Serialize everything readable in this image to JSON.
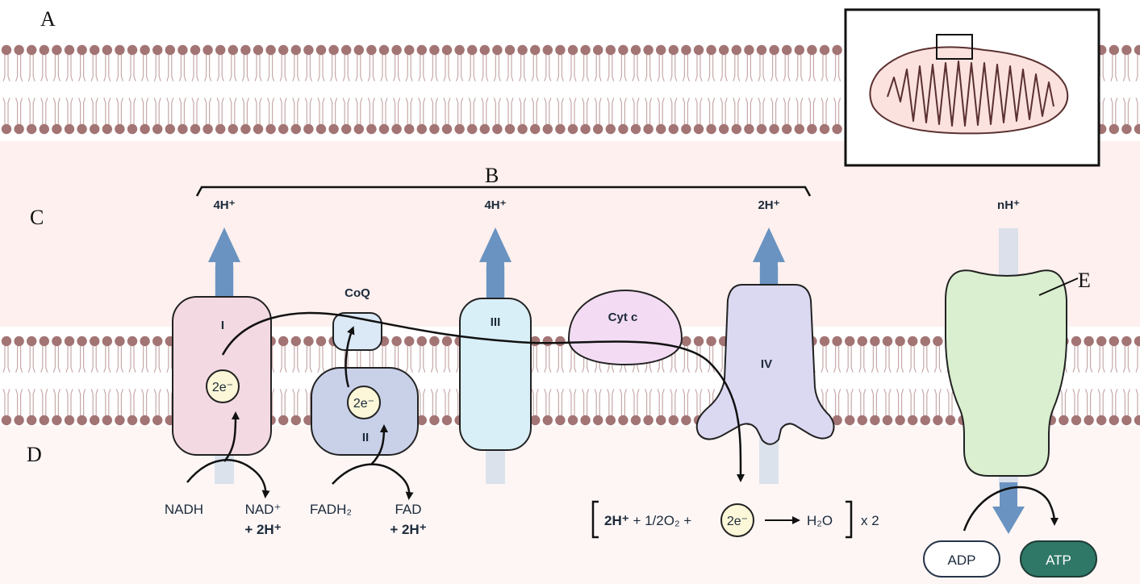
{
  "panel_labels": {
    "a": "A",
    "b": "B",
    "c": "C",
    "d": "D",
    "e": "E"
  },
  "complexes": {
    "complex_1": "I",
    "coq": "CoQ",
    "complex_2": "II",
    "complex_3": "III",
    "cytc": "Cyt c",
    "complex_4": "IV"
  },
  "proton_pumps": {
    "complex_1": "4H⁺",
    "complex_3": "4H⁺",
    "complex_4": "2H⁺",
    "atp_synthase": "nH⁺"
  },
  "electrons": {
    "complex_1": "2e⁻",
    "complex_2": "2e⁻",
    "equation": "2e⁻"
  },
  "substrates": {
    "nadh": "NADH",
    "nad_plus": "NAD⁺",
    "nad_protons": "+ 2H⁺",
    "fadh2": "FADH₂",
    "fad": "FAD",
    "fad_protons": "+ 2H⁺"
  },
  "equation": {
    "left_protons": "2H⁺",
    "oxygen": " + 1/2O₂ + ",
    "water": "H₂O",
    "multiplier": "x 2"
  },
  "atp_synthase": {
    "adp": "ADP",
    "atp": "ATP"
  },
  "colors": {
    "membrane_bead": "#a37474",
    "intermembrane_space": "#fdf0ee",
    "matrix": "#fdf6f5",
    "complex_1": "#f3d9e2",
    "complex_2": "#c9d1e9",
    "complex_3": "#d9eff7",
    "cytc": "#f2dbf3",
    "complex_4": "#dbd9f2",
    "atp_synthase": "#d9efcf",
    "proton_arrow": "#6a93c1",
    "atp_pill": "#2f7868"
  },
  "icons": {
    "inset": "mitochondrion-icon"
  }
}
